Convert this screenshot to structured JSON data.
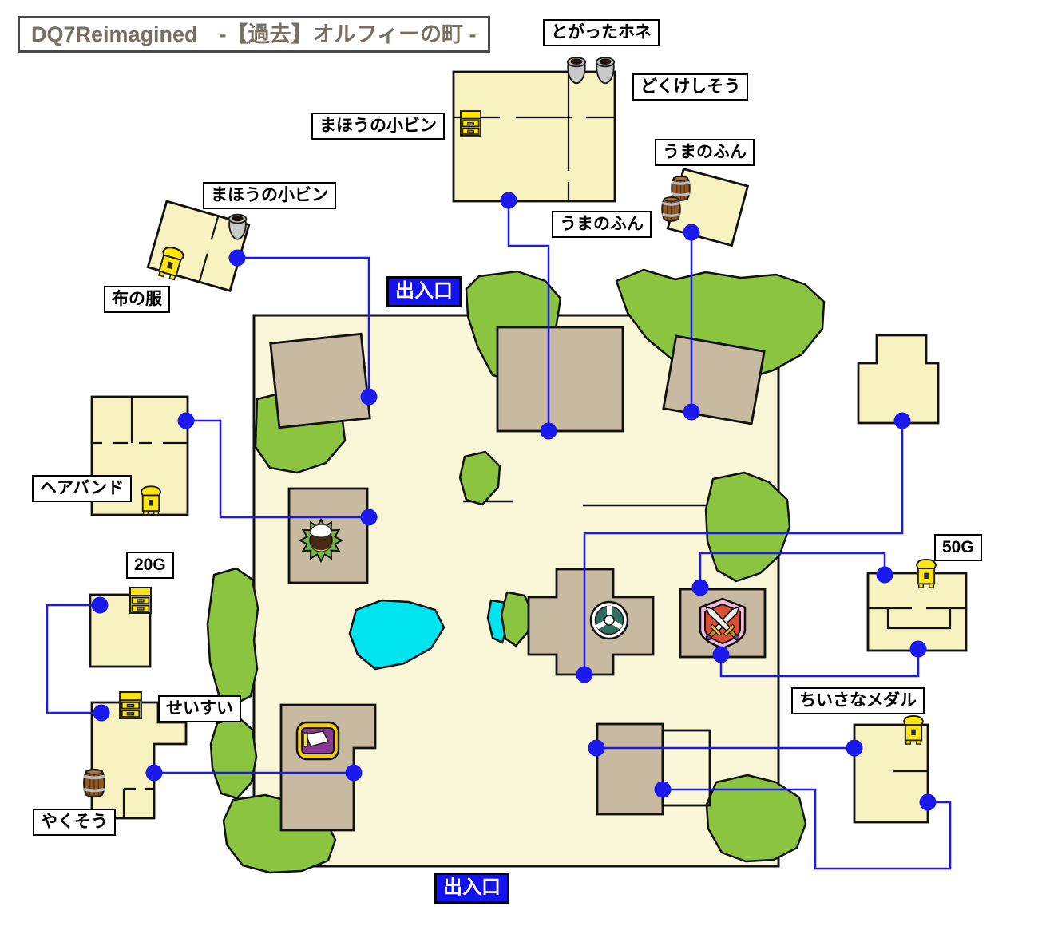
{
  "title": "DQ7Reimagined　-【過去】オルフィーの町 -",
  "entrances": {
    "top": "出入口",
    "bottom": "出入口"
  },
  "item_labels": {
    "togatta_hone": "とがったホネ",
    "dokukeshiso": "どくけしそう",
    "maho_kobin_top": "まほうの小ビン",
    "umanofun_right": "うまのふん",
    "umanofun_left": "うまのふん",
    "maho_kobin_left": "まほうの小ビン",
    "nuno_no_fuku": "布の服",
    "hairband": "ヘアバンド",
    "gold_20": "20G",
    "seisui": "せいすい",
    "yakuso": "やくそう",
    "gold_50": "50G",
    "chiisana_medal": "ちいさなメダル"
  },
  "icons": {
    "pot_icon": "ceramic pot",
    "barrel_icon": "wooden barrel",
    "drawer_icon": "chest of drawers",
    "wardrobe_icon": "cabinet",
    "inn_bed_emblem": "bed sign",
    "church_wheel_emblem": "wheel sign",
    "weapon_shield_emblem": "crossed-swords shield sign",
    "nest_bird_emblem": "bird nest sign"
  },
  "colors": {
    "ground": "#FAF7D8",
    "house_fill": "#F8F1C0",
    "building_fill": "#C8BAA0",
    "bush_green": "#8BC53F",
    "water_cyan": "#00E4F0",
    "connector_blue": "#1A1AEE",
    "entrance_bg": "#1512F2",
    "title_text": "#7A6E60"
  }
}
